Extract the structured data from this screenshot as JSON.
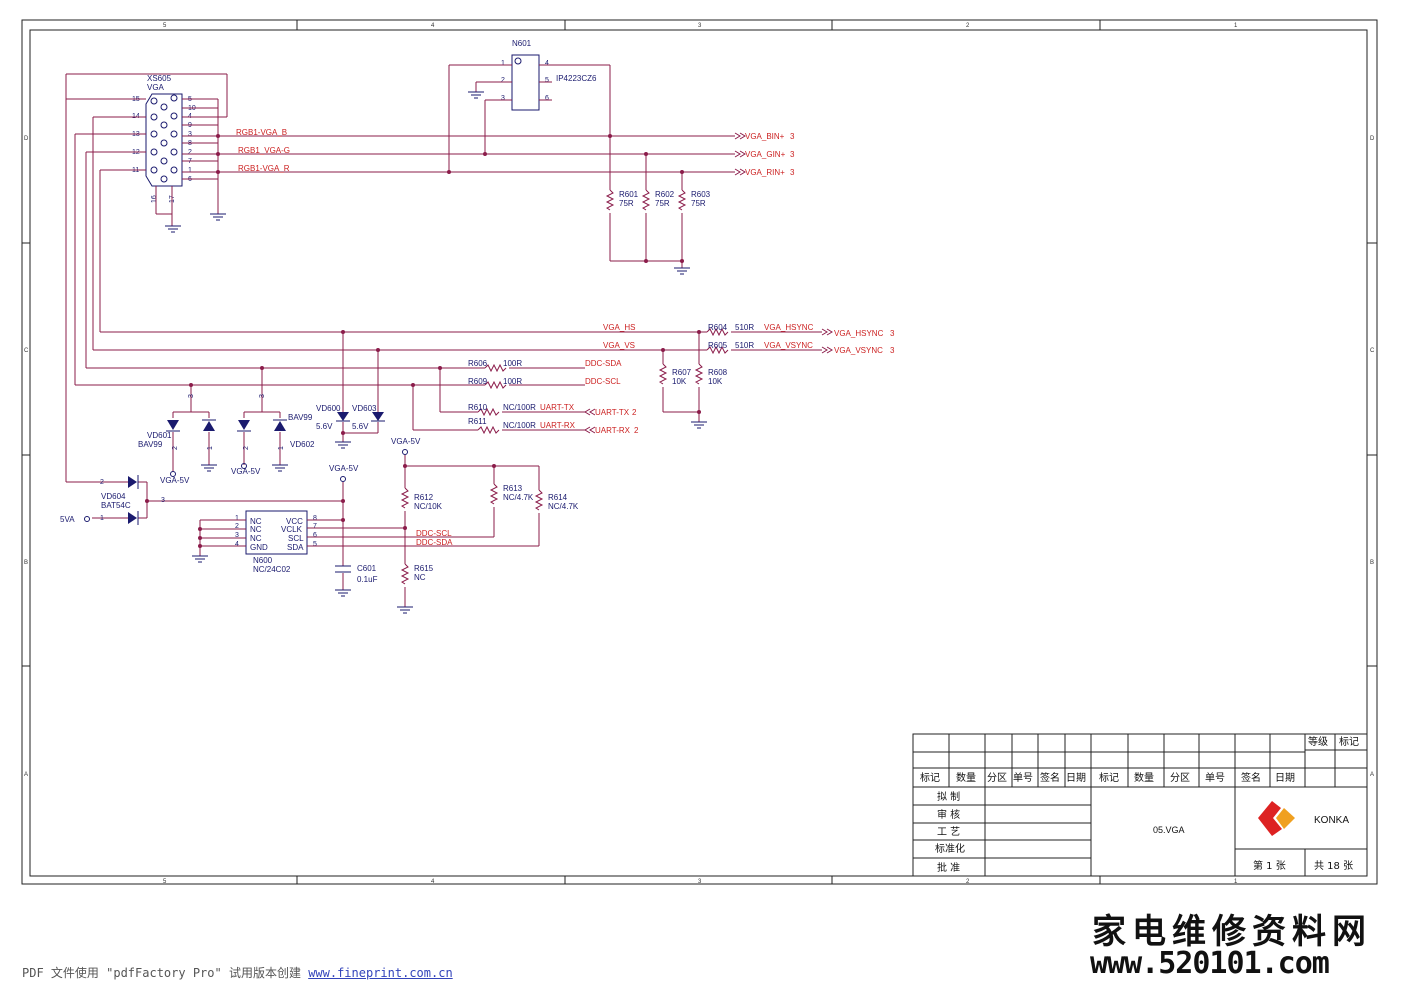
{
  "sheet": {
    "col_labels": [
      "5",
      "4",
      "3",
      "2",
      "1"
    ],
    "row_labels": [
      "D",
      "C",
      "B",
      "A"
    ]
  },
  "connector": {
    "ref": "XS605",
    "type": "VGA",
    "left_pins": [
      "15",
      "14",
      "13",
      "12",
      "11"
    ],
    "right_pins": [
      "5",
      "10",
      "4",
      "9",
      "3",
      "8",
      "2",
      "7",
      "1",
      "6"
    ],
    "bottom_pins": [
      "16",
      "17"
    ]
  },
  "ic_n601": {
    "ref": "N601",
    "part": "IP4223CZ6",
    "pins": [
      "1",
      "2",
      "3",
      "4",
      "5",
      "6"
    ]
  },
  "nets": {
    "rgb_b": "RGB1-VGA_B",
    "rgb_g": "RGB1_VGA-G",
    "rgb_r": "RGB1-VGA_R",
    "vga_hs": "VGA_HS",
    "vga_vs": "VGA_VS",
    "ddc_sda": "DDC-SDA",
    "ddc_scl": "DDC-SCL",
    "uart_tx": "UART-TX",
    "uart_rx": "UART-RX",
    "vga_hsync": "VGA_HSYNC",
    "vga_vsync": "VGA_VSYNC",
    "ddc_scl2": "DDC-SCL",
    "ddc_sda2": "DDC-SDA"
  },
  "ports": {
    "bin": "VGA_BIN+",
    "gin": "VGA_GIN+",
    "rin": "VGA_RIN+",
    "sheet3": "3",
    "hsync": "VGA_HSYNC",
    "vsync": "VGA_VSYNC",
    "uart_tx": "UART-TX",
    "uart_rx": "UART-RX",
    "sheet2": "2"
  },
  "resistors": {
    "r601": {
      "ref": "R601",
      "val": "75R"
    },
    "r602": {
      "ref": "R602",
      "val": "75R"
    },
    "r603": {
      "ref": "R603",
      "val": "75R"
    },
    "r604": {
      "ref": "R604",
      "val": "510R"
    },
    "r605": {
      "ref": "R605",
      "val": "510R"
    },
    "r606": {
      "ref": "R606",
      "val": "100R"
    },
    "r609": {
      "ref": "R609",
      "val": "100R"
    },
    "r607": {
      "ref": "R607",
      "val": "10K"
    },
    "r608": {
      "ref": "R608",
      "val": "10K"
    },
    "r610": {
      "ref": "R610",
      "val": "NC/100R"
    },
    "r611": {
      "ref": "R611",
      "val": "NC/100R"
    },
    "r612": {
      "ref": "R612",
      "val": "NC/10K"
    },
    "r613": {
      "ref": "R613",
      "val": "NC/4.7K"
    },
    "r614": {
      "ref": "R614",
      "val": "NC/4.7K"
    },
    "r615": {
      "ref": "R615",
      "val": "NC"
    }
  },
  "diodes": {
    "vd600": {
      "ref": "VD600",
      "val": "5.6V"
    },
    "vd603": {
      "ref": "VD603",
      "val": "5.6V"
    },
    "vd601": {
      "ref": "VD601",
      "val": "BAV99"
    },
    "vd602": {
      "ref": "VD602",
      "val": "BAV99"
    },
    "vd604": {
      "ref": "VD604",
      "val": "BAT54C"
    }
  },
  "power": {
    "vga5v": "VGA-5V",
    "v5va": "5VA"
  },
  "eeprom": {
    "ref": "N600",
    "part": "NC/24C02",
    "left": [
      "NC",
      "NC",
      "NC",
      "GND"
    ],
    "right": [
      "VCC",
      "VCLK",
      "SCL",
      "SDA"
    ],
    "lpins": [
      "1",
      "2",
      "3",
      "4"
    ],
    "rpins": [
      "8",
      "7",
      "6",
      "5"
    ]
  },
  "cap": {
    "ref": "C601",
    "val": "0.1uF"
  },
  "pin_nums": {
    "p1": "1",
    "p2": "2",
    "p3": "3"
  },
  "title_block": {
    "grade": "等级",
    "mark": "标记",
    "head": [
      "标记",
      "数量",
      "分区",
      "单号",
      "签名",
      "日期",
      "标记",
      "数量",
      "分区",
      "单号",
      "签名",
      "日期"
    ],
    "roles": [
      "拟 制",
      "审 核",
      "工 艺",
      "标准化",
      "批 准"
    ],
    "title": "05.VGA",
    "company": "KONKA",
    "sheet_no": "第 1 张",
    "sheet_total": "共 18 张"
  },
  "footer": {
    "text": "PDF 文件使用 \"pdfFactory Pro\" 试用版本创建",
    "link": "www.fineprint.com.cn"
  },
  "watermark": {
    "cn": "家电维修资料网",
    "url": "www.520101.com"
  }
}
